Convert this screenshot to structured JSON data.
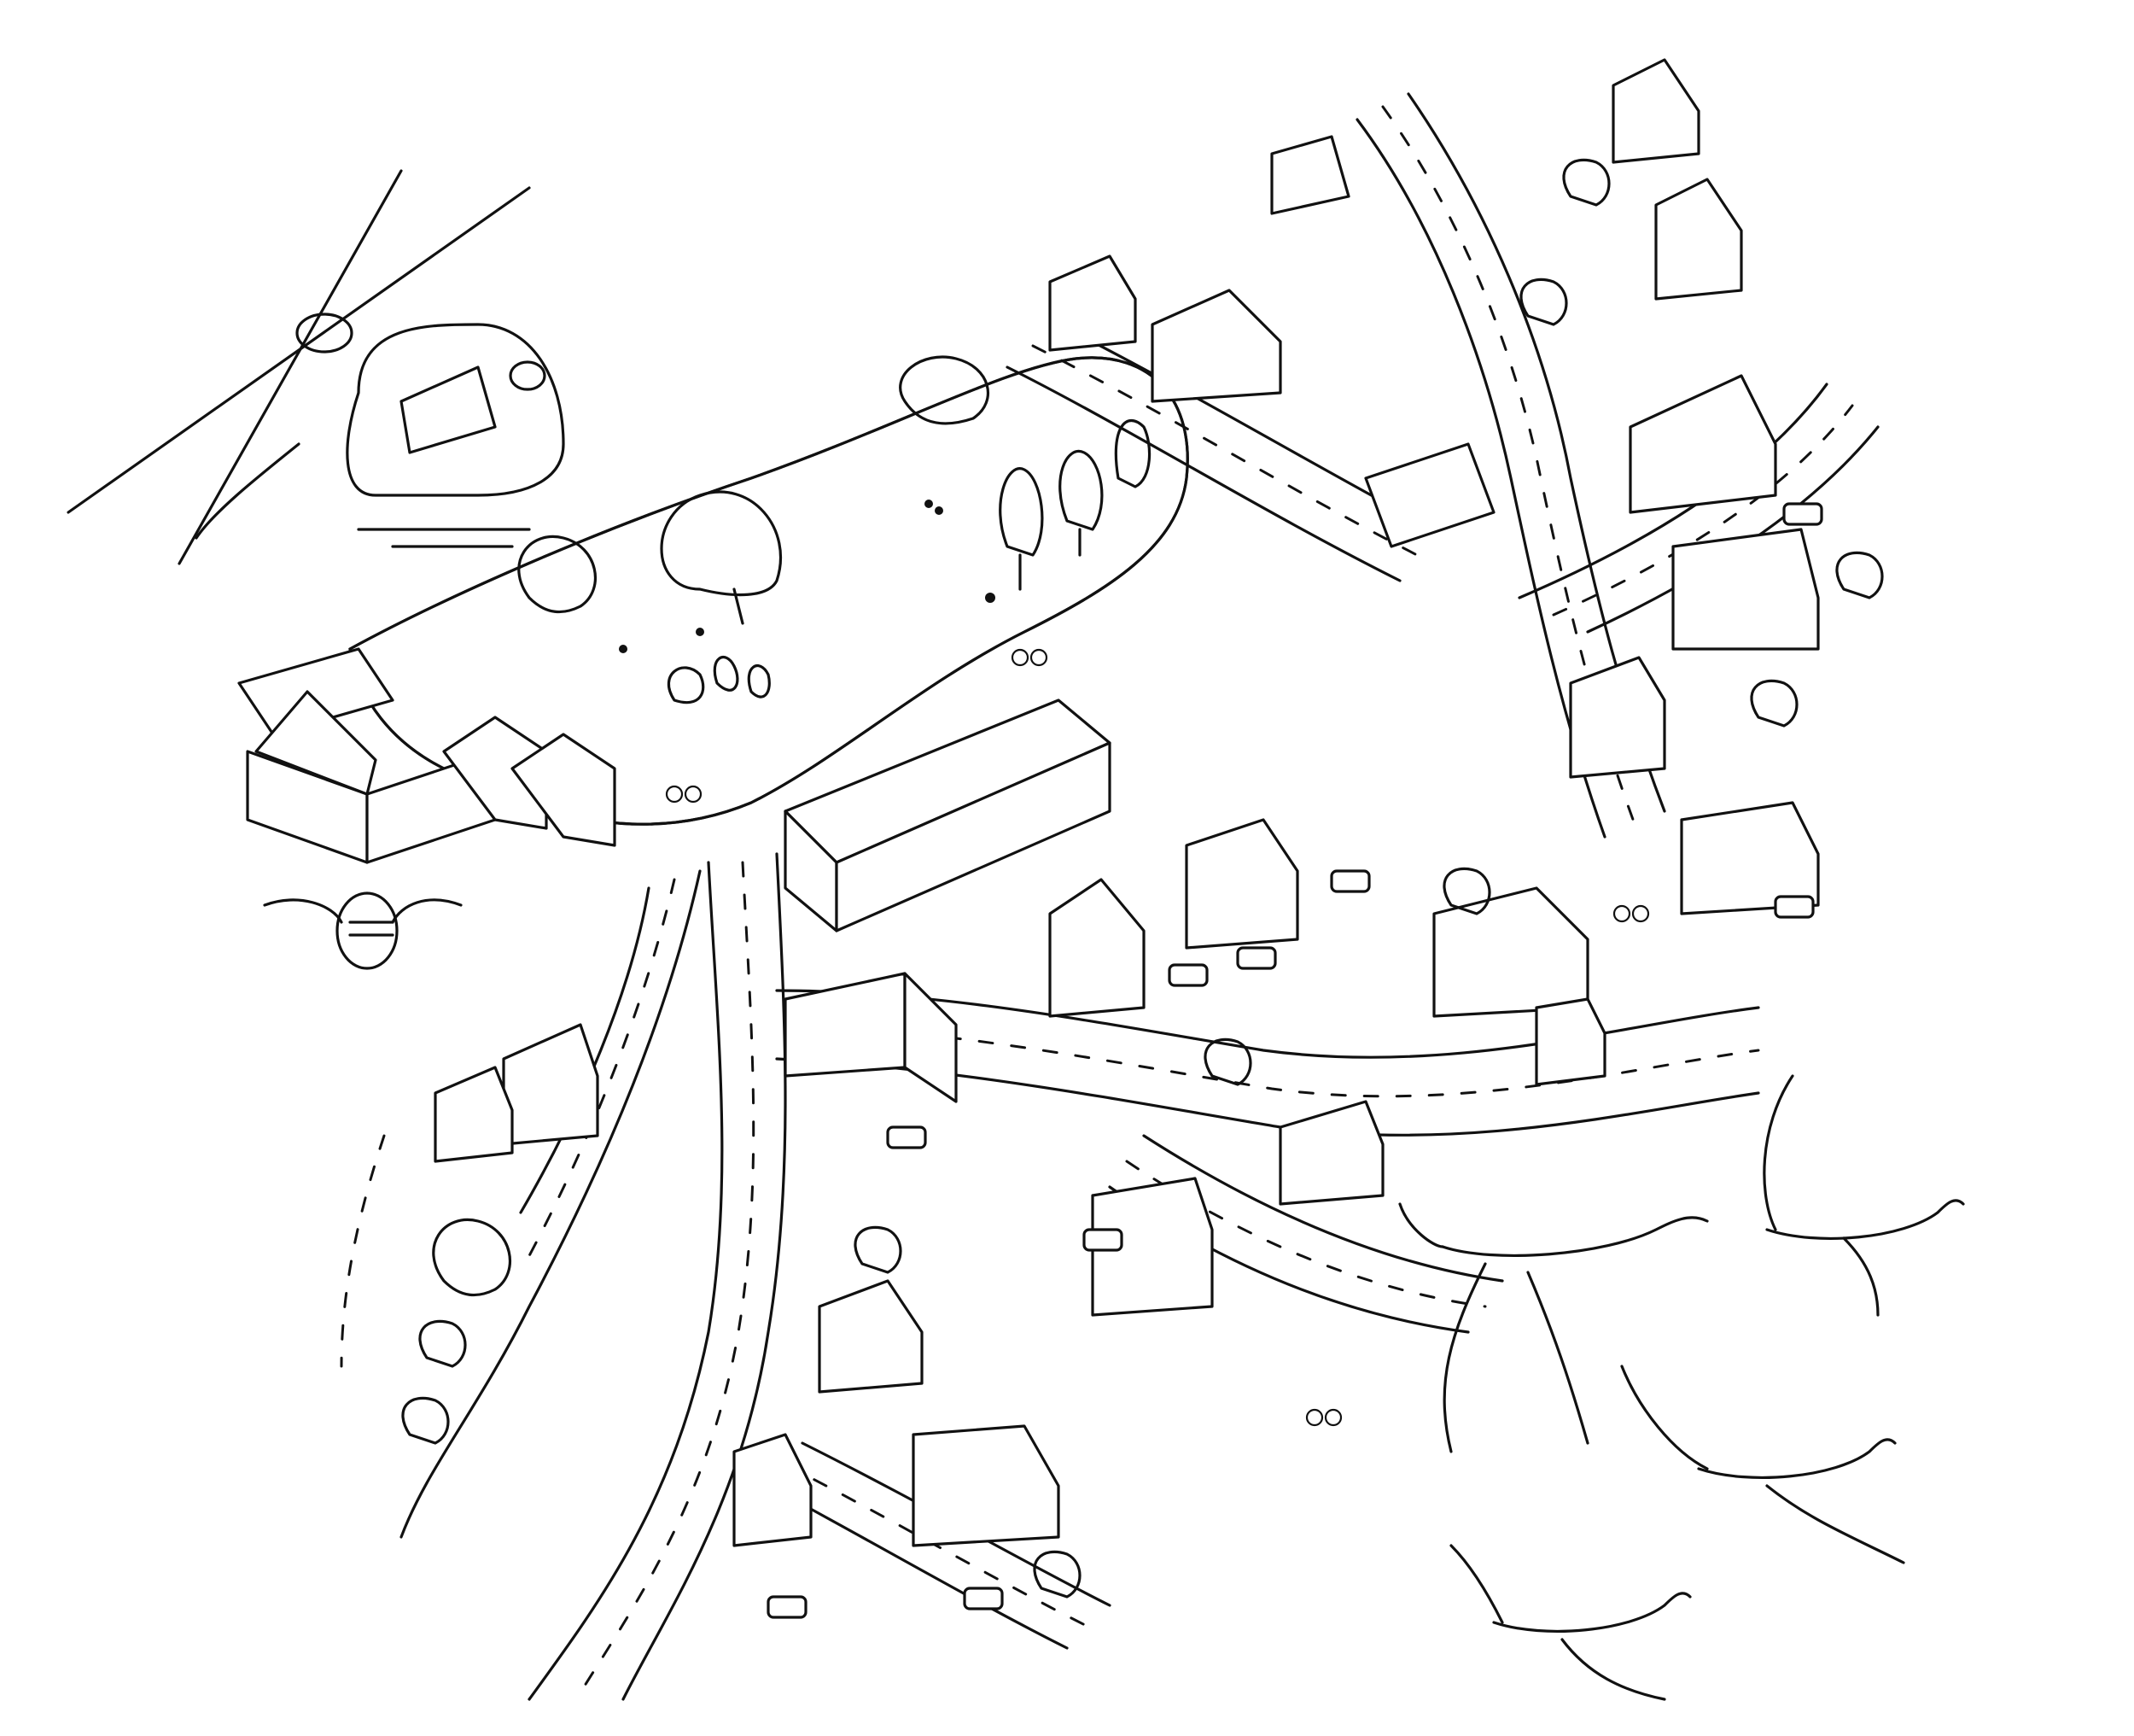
{
  "scene": {
    "kind": "line-art illustration",
    "colors": {
      "ink": "#111111",
      "paper": "#ffffff"
    },
    "contents": [
      "helicopter",
      "bee",
      "park",
      "roads",
      "houses",
      "trees",
      "cars",
      "cyclists",
      "geese"
    ]
  }
}
